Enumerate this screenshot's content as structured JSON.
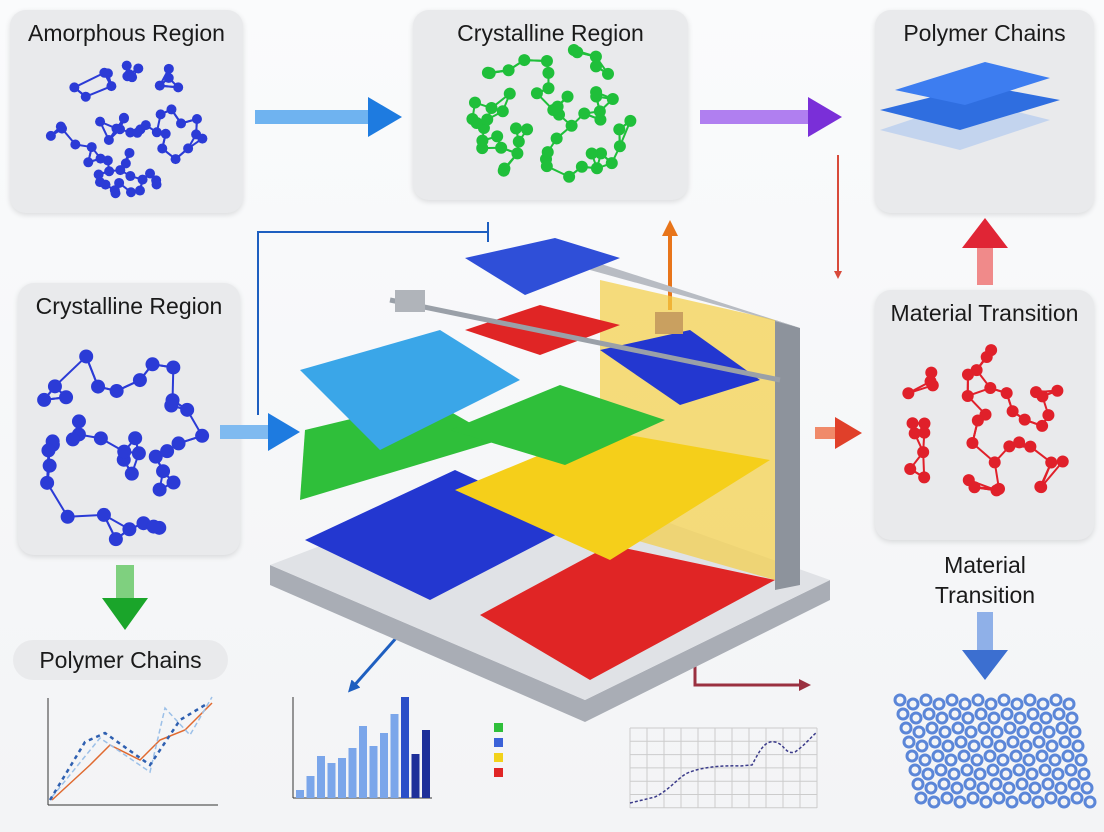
{
  "panels": {
    "amorphous_top_left": "Amorphous Region",
    "crystalline_top": "Crystalline Region",
    "polymer_top_right": "Polymer Chains",
    "crystalline_left": "Crystalline Region",
    "material_right": "Material Transition"
  },
  "labels": {
    "polymer_bottom_left": "Polymer Chains",
    "material_bottom_right_line1": "Material",
    "material_bottom_right_line2": "Transition"
  },
  "colors": {
    "blue_molecule": "#2b3bd6",
    "green_molecule": "#1fbf3a",
    "red_molecule": "#e0202a",
    "arrow_blue": "#1e7be0",
    "arrow_purple": "#7a2fd8",
    "arrow_red": "#e0402a",
    "arrow_green": "#1aa52a",
    "layer_cyan": "#3aa6e8",
    "layer_green": "#2fbf3a",
    "layer_yellow": "#f5cf1a",
    "layer_blue": "#2337d0",
    "layer_red": "#e02525"
  },
  "legend_swatches": [
    "#2fbf3a",
    "#3b62d8",
    "#f2d21a",
    "#e02525"
  ]
}
